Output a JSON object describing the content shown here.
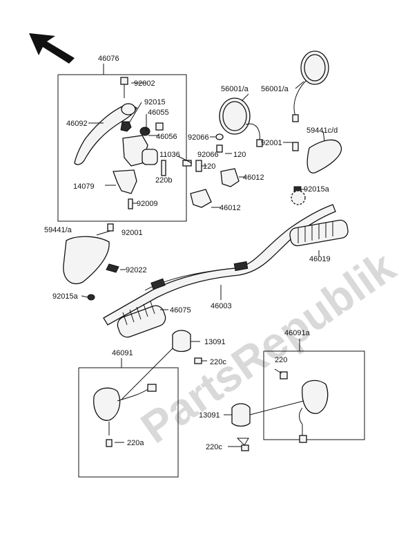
{
  "watermark": "PartsRepublik",
  "labels": {
    "p46076": "46076",
    "p92002": "92002",
    "p92015": "92015",
    "p46092": "46092",
    "p46055": "46055",
    "p46056": "46056",
    "p11036": "11036",
    "p220b": "220b",
    "p14079": "14079",
    "p92009": "92009",
    "p56001a_1": "56001/a",
    "p56001a_2": "56001/a",
    "p59441cd": "59441c/d",
    "p92066_1": "92066",
    "p92066_2": "92066",
    "p120_1": "120",
    "p120_2": "120",
    "p92001_r": "92001",
    "p46012_1": "46012",
    "p46012_2": "46012",
    "p92015a_r": "92015a",
    "p59441a": "59441/a",
    "p92001_l": "92001",
    "p92022": "92022",
    "p92015a_l": "92015a",
    "p46019": "46019",
    "p46003": "46003",
    "p46075": "46075",
    "p13091_1": "13091",
    "p220c_1": "220c",
    "p46091": "46091",
    "p220a": "220a",
    "p46091a": "46091a",
    "p220": "220",
    "p13091_2": "13091",
    "p220c_2": "220c"
  },
  "icons": [
    "front-arrow-icon",
    "lever-icon",
    "mirror-icon",
    "handlebar-icon",
    "grip-icon",
    "switch-housing-icon"
  ]
}
